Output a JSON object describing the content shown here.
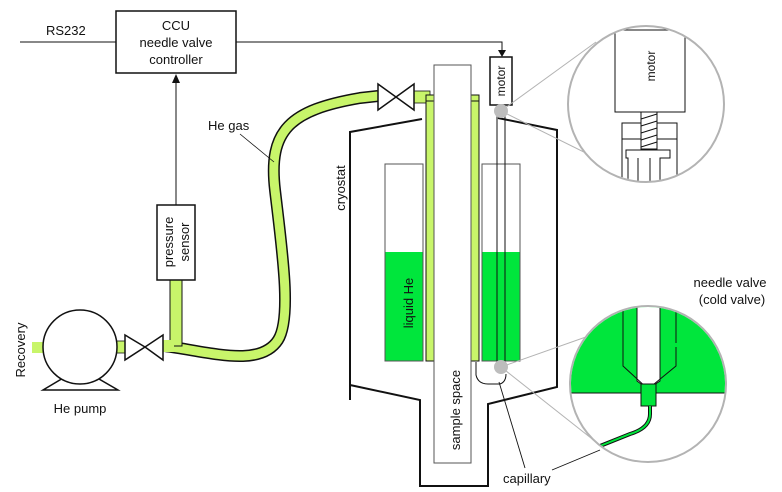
{
  "title": "Helium flow cryostat with needle valve control",
  "colors": {
    "he_gas": "#c8f56a",
    "liquid_he": "#00e63c",
    "line": "#111111",
    "callout": "#b3b3b3",
    "highlight_dot": "#bdbdbd"
  },
  "labels": {
    "rs232": "RS232",
    "ccu_line1": "CCU",
    "ccu_line2": "needle valve",
    "ccu_line3": "controller",
    "he_gas": "He gas",
    "pressure_line1": "pressure",
    "pressure_line2": "sensor",
    "recovery": "Recovery",
    "he_pump": "He pump",
    "cryostat": "cryostat",
    "liquid_he": "liquid He",
    "sample_space": "sample space",
    "motor": "motor",
    "motor_detail": "motor",
    "needle_valve_line1": "needle valve",
    "needle_valve_line2": "(cold valve)",
    "capillary": "capillary"
  }
}
